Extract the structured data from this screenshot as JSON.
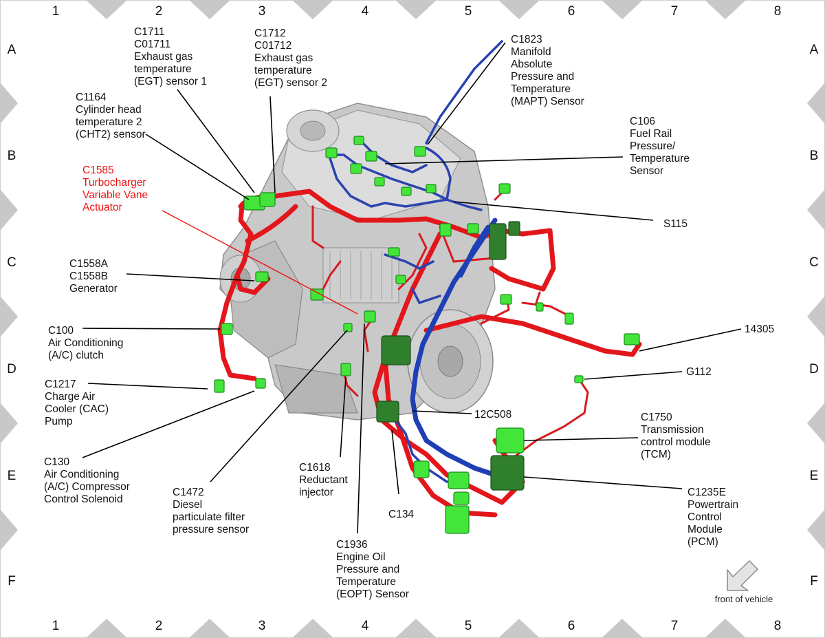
{
  "grid": {
    "columns": [
      "1",
      "2",
      "3",
      "4",
      "5",
      "6",
      "7",
      "8"
    ],
    "rows": [
      "A",
      "B",
      "C",
      "D",
      "E",
      "F"
    ]
  },
  "callouts": {
    "c1711": [
      "C1711",
      "C01711",
      "Exhaust gas",
      "temperature",
      "(EGT) sensor 1"
    ],
    "c1712": [
      "C1712",
      "C01712",
      "Exhaust gas",
      "temperature",
      "(EGT) sensor 2"
    ],
    "c1823": [
      "C1823",
      "Manifold",
      "Absolute",
      "Pressure and",
      "Temperature",
      "(MAPT) Sensor"
    ],
    "c1164": [
      "C1164",
      "Cylinder head",
      "temperature 2",
      "(CHT2) sensor"
    ],
    "c106": [
      "C106",
      "Fuel Rail",
      "Pressure/",
      "Temperature",
      "Sensor"
    ],
    "c1585": [
      "C1585",
      "Turbocharger",
      "Variable Vane",
      "Actuator"
    ],
    "s115": [
      "S115"
    ],
    "c1558": [
      "C1558A",
      "C1558B",
      "Generator"
    ],
    "c100": [
      "C100",
      "Air Conditioning",
      "(A/C) clutch"
    ],
    "n14305": [
      "14305"
    ],
    "g112": [
      "G112"
    ],
    "c1217": [
      "C1217",
      "Charge Air",
      "Cooler (CAC)",
      "Pump"
    ],
    "c12c508": [
      "12C508"
    ],
    "c1750": [
      "C1750",
      "Transmission",
      "control module",
      "(TCM)"
    ],
    "c130": [
      "C130",
      "Air Conditioning",
      "(A/C) Compressor",
      "Control Solenoid"
    ],
    "c1472": [
      "C1472",
      "Diesel",
      "particulate filter",
      "pressure sensor"
    ],
    "c1618": [
      "C1618",
      "Reductant",
      "injector"
    ],
    "c134": [
      "C134"
    ],
    "c1235e": [
      "C1235E",
      "Powertrain",
      "Control",
      "Module",
      "(PCM)"
    ],
    "c1936": [
      "C1936",
      "Engine Oil",
      "Pressure and",
      "Temperature",
      "(EOPT) Sensor"
    ]
  },
  "front_label": "front of vehicle",
  "front_icon": "arrow-down-left-icon",
  "colors": {
    "harness_red": "#e2161b",
    "harness_blue": "#1f3fb4",
    "connector_green": "#44e53a",
    "highlight_label": "#ee1111",
    "engine_gray": "#c9c9c9"
  }
}
